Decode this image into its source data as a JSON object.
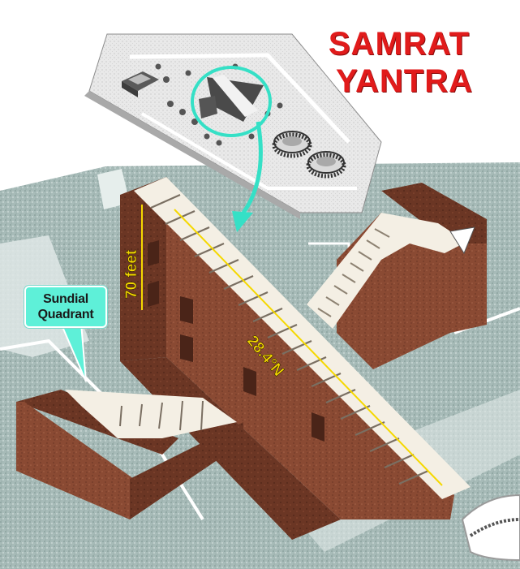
{
  "title": {
    "line1": "SAMRAT",
    "line2": "YANTRA"
  },
  "labels": {
    "callout_line1": "Sundial",
    "callout_line2": "Quadrant",
    "height": "70 feet",
    "latitude": "28.4°N"
  },
  "colors": {
    "title": "#e11b1b",
    "accent": "#35e0c6",
    "callout_bg": "#5ef0d8",
    "dimension_text": "#f5d800",
    "brick": "#8a4a33",
    "brick_dark": "#5e2f20",
    "stairs": "#f4efe4",
    "ground": "#9fb6b3"
  }
}
